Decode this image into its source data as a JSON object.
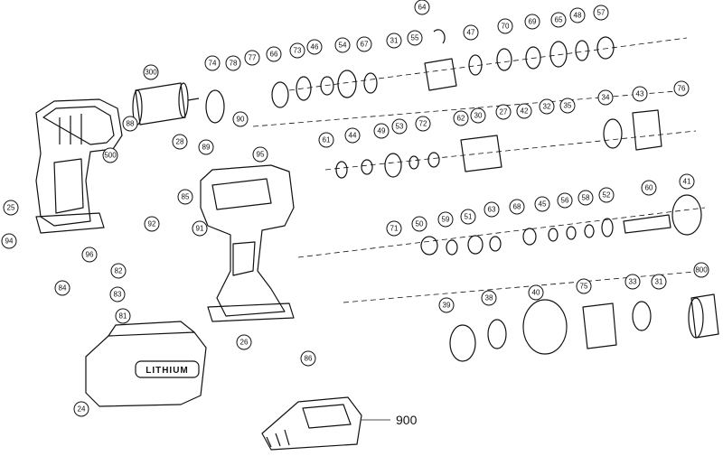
{
  "diagram": {
    "battery_text": "LITHIUM",
    "charger_label": "900",
    "callouts": [
      "64",
      "70",
      "69",
      "65",
      "48",
      "57",
      "74",
      "78",
      "77",
      "66",
      "73",
      "46",
      "54",
      "67",
      "31",
      "55",
      "47",
      "300",
      "88",
      "500",
      "90",
      "89",
      "95",
      "28",
      "61",
      "44",
      "49",
      "53",
      "72",
      "62",
      "30",
      "27",
      "42",
      "32",
      "35",
      "34",
      "43",
      "76",
      "25",
      "94",
      "84",
      "96",
      "82",
      "92",
      "83",
      "81",
      "85",
      "91",
      "71",
      "50",
      "59",
      "51",
      "63",
      "68",
      "45",
      "56",
      "58",
      "52",
      "60",
      "41",
      "26",
      "86",
      "24",
      "39",
      "38",
      "40",
      "75",
      "33",
      "31",
      "800"
    ]
  }
}
